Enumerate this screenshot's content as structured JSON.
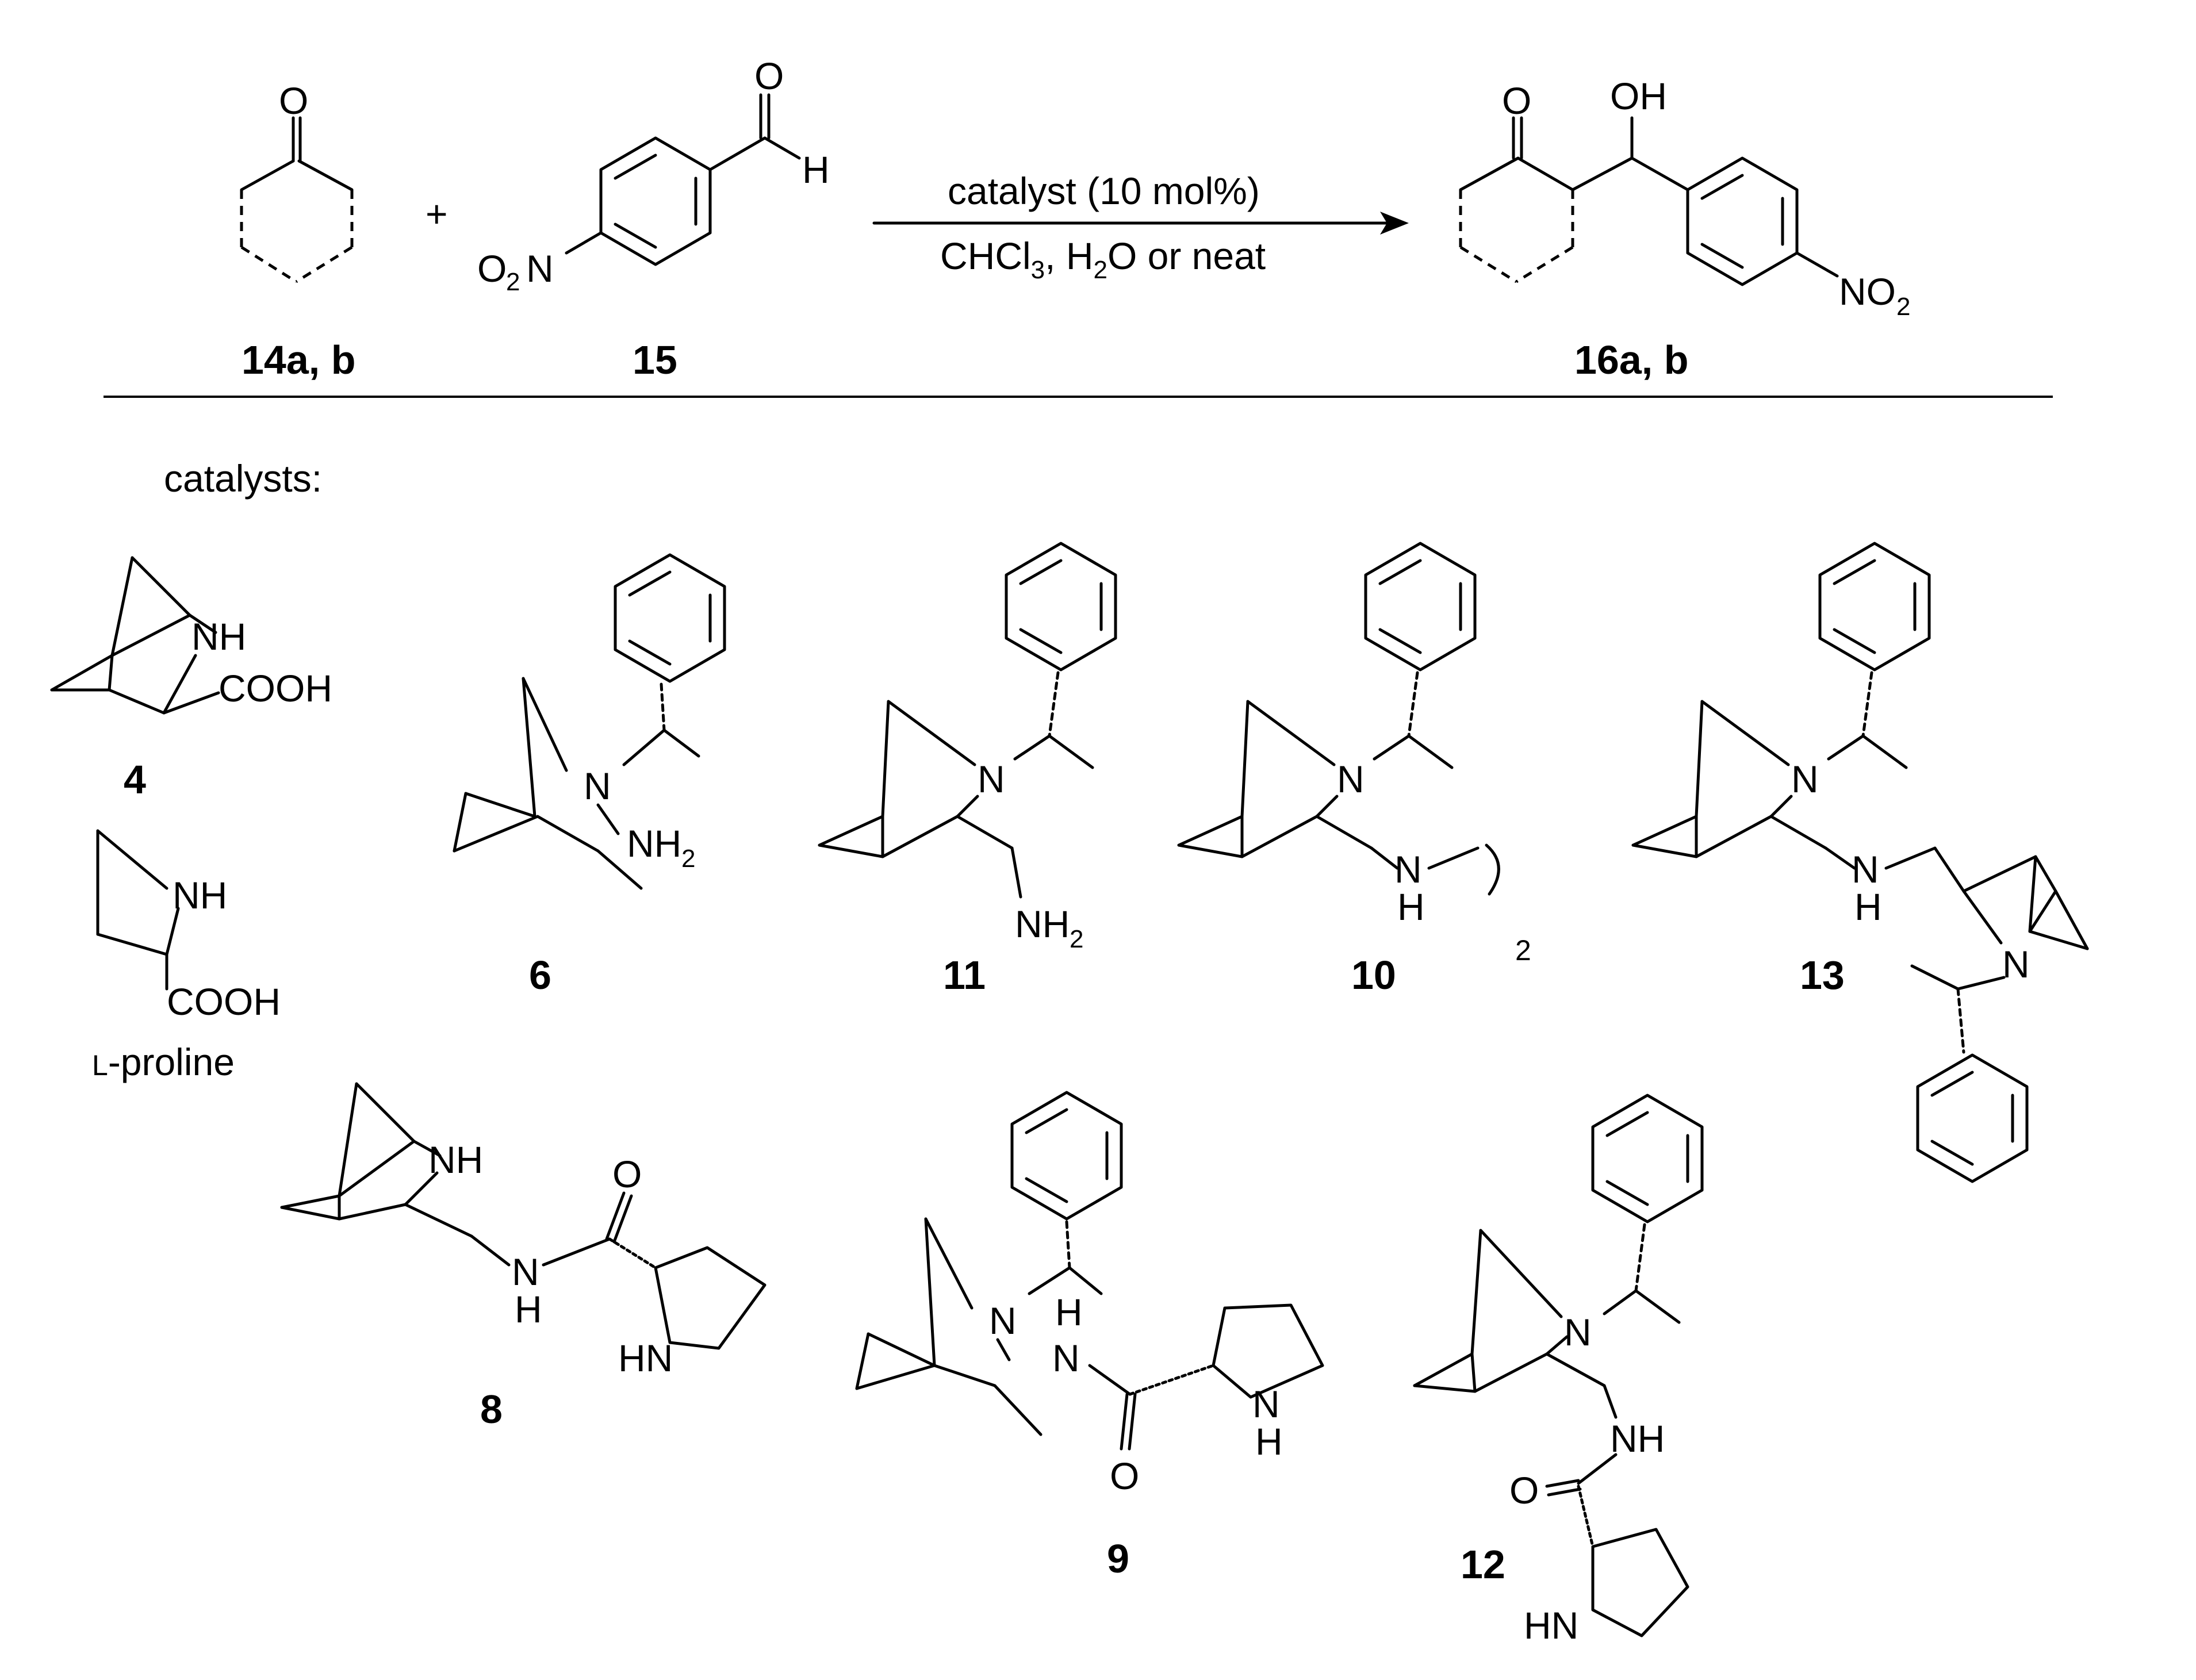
{
  "reaction": {
    "plus": "+",
    "arrow_line1": "catalyst (10 mol%)",
    "arrow_line2_a": "CHCl",
    "arrow_line2_b": "3",
    "arrow_line2_c": ", H",
    "arrow_line2_d": "2",
    "arrow_line2_e": "O or neat",
    "labels": {
      "reactant1": "14a, b",
      "reactant2": "15",
      "product": "16a, b"
    }
  },
  "catalysts_title": "catalysts:",
  "labels": {
    "c4": "4",
    "proline_a": "L",
    "proline_b": "-proline",
    "c6": "6",
    "c11": "11",
    "c10": "10",
    "c13": "13",
    "c8": "8",
    "c9": "9",
    "c12": "12"
  },
  "atoms": {
    "O": "O",
    "H": "H",
    "OH": "OH",
    "O2": "O",
    "sub2": "2",
    "N": "N",
    "NO": "NO",
    "NH": "NH",
    "NH2": "NH",
    "COOH": "COOH",
    "HN": "HN",
    "two": "2"
  }
}
